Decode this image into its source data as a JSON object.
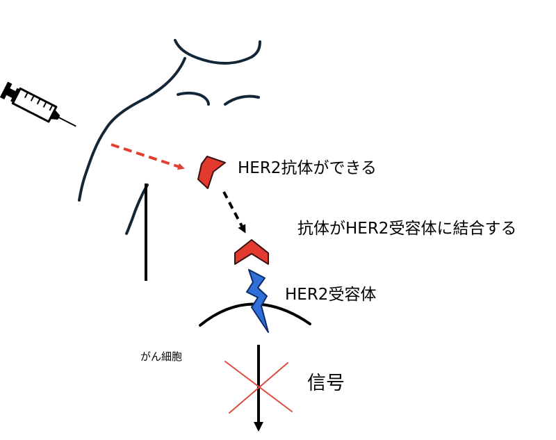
{
  "labels": {
    "antibody_made": "HER2抗体ができる",
    "antibody_binds": "抗体がHER2受容体に結合する",
    "receptor": "HER2受容体",
    "cancer_cell": "がん細胞",
    "signal": "信号"
  },
  "colors": {
    "outline": "#132638",
    "antibody": "#e23a2e",
    "antibody_stroke": "#3a1010",
    "receptor": "#2f6fd8",
    "injection_arrow": "#e04030",
    "cross": "#e04a3a",
    "arrow": "#000000"
  },
  "icons": {
    "syringe": "syringe-icon",
    "antibody": "antibody-chevron-icon",
    "receptor": "lightning-receptor-icon"
  }
}
